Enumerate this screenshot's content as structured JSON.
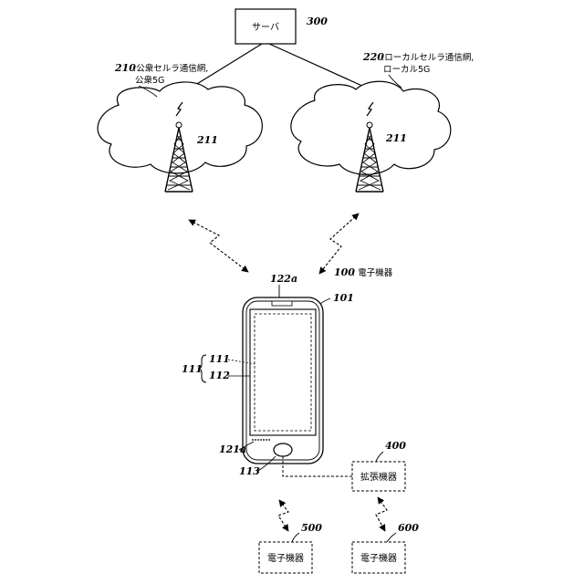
{
  "server": {
    "text": "サーバ",
    "ref": "300"
  },
  "public_network": {
    "ref": "210",
    "text_line1": ":公衆セルラ通信網,",
    "text_line2": "公衆5G"
  },
  "local_network": {
    "ref": "220",
    "text_line1": ":ローカルセルラ通信網,",
    "text_line2": "ローカル5G"
  },
  "base_station_left": {
    "ref": "211"
  },
  "base_station_right": {
    "ref": "211"
  },
  "device": {
    "ref": "100",
    "text": ": 電子機器",
    "body_ref": "101",
    "top_part_ref": "122a",
    "bottom_part_ref": "121a",
    "button_ref": "113"
  },
  "display": {
    "group_ref": "111",
    "layer1_ref": "111",
    "layer2_ref": "112"
  },
  "expansion_device": {
    "ref": "400",
    "text": "拡張機器"
  },
  "electronic_device_left": {
    "ref": "500",
    "text": "電子機器"
  },
  "electronic_device_right": {
    "ref": "600",
    "text": "電子機器"
  }
}
